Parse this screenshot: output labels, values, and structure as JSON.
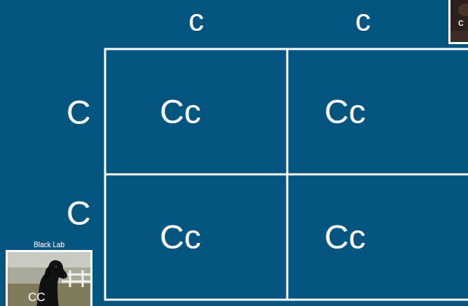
{
  "diagram": {
    "nodes": [
      {
        "text": [
          "c"
        ]
      },
      {
        "text": [
          "Cc"
        ]
      },
      {
        "text": [
          "Cc"
        ]
      },
      {
        "text": [
          "Cc"
        ]
      },
      {
        "text": [
          "Cc"
        ]
      },
      {
        "text": [
          "Black Lab",
          "CC"
        ]
      }
    ],
    "labels": [
      "c",
      "c",
      "C",
      "C"
    ]
  }
}
